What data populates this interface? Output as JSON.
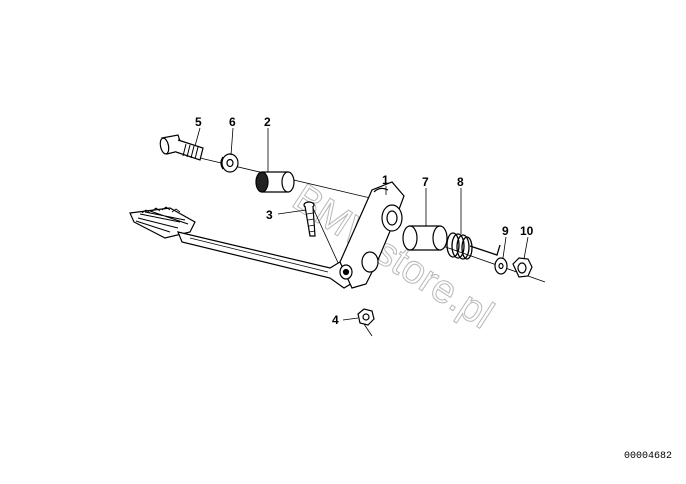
{
  "callouts": [
    "1",
    "2",
    "3",
    "4",
    "5",
    "6",
    "7",
    "8",
    "9",
    "10"
  ],
  "watermark": "BMWstore.pl",
  "reference_code": "00004682"
}
